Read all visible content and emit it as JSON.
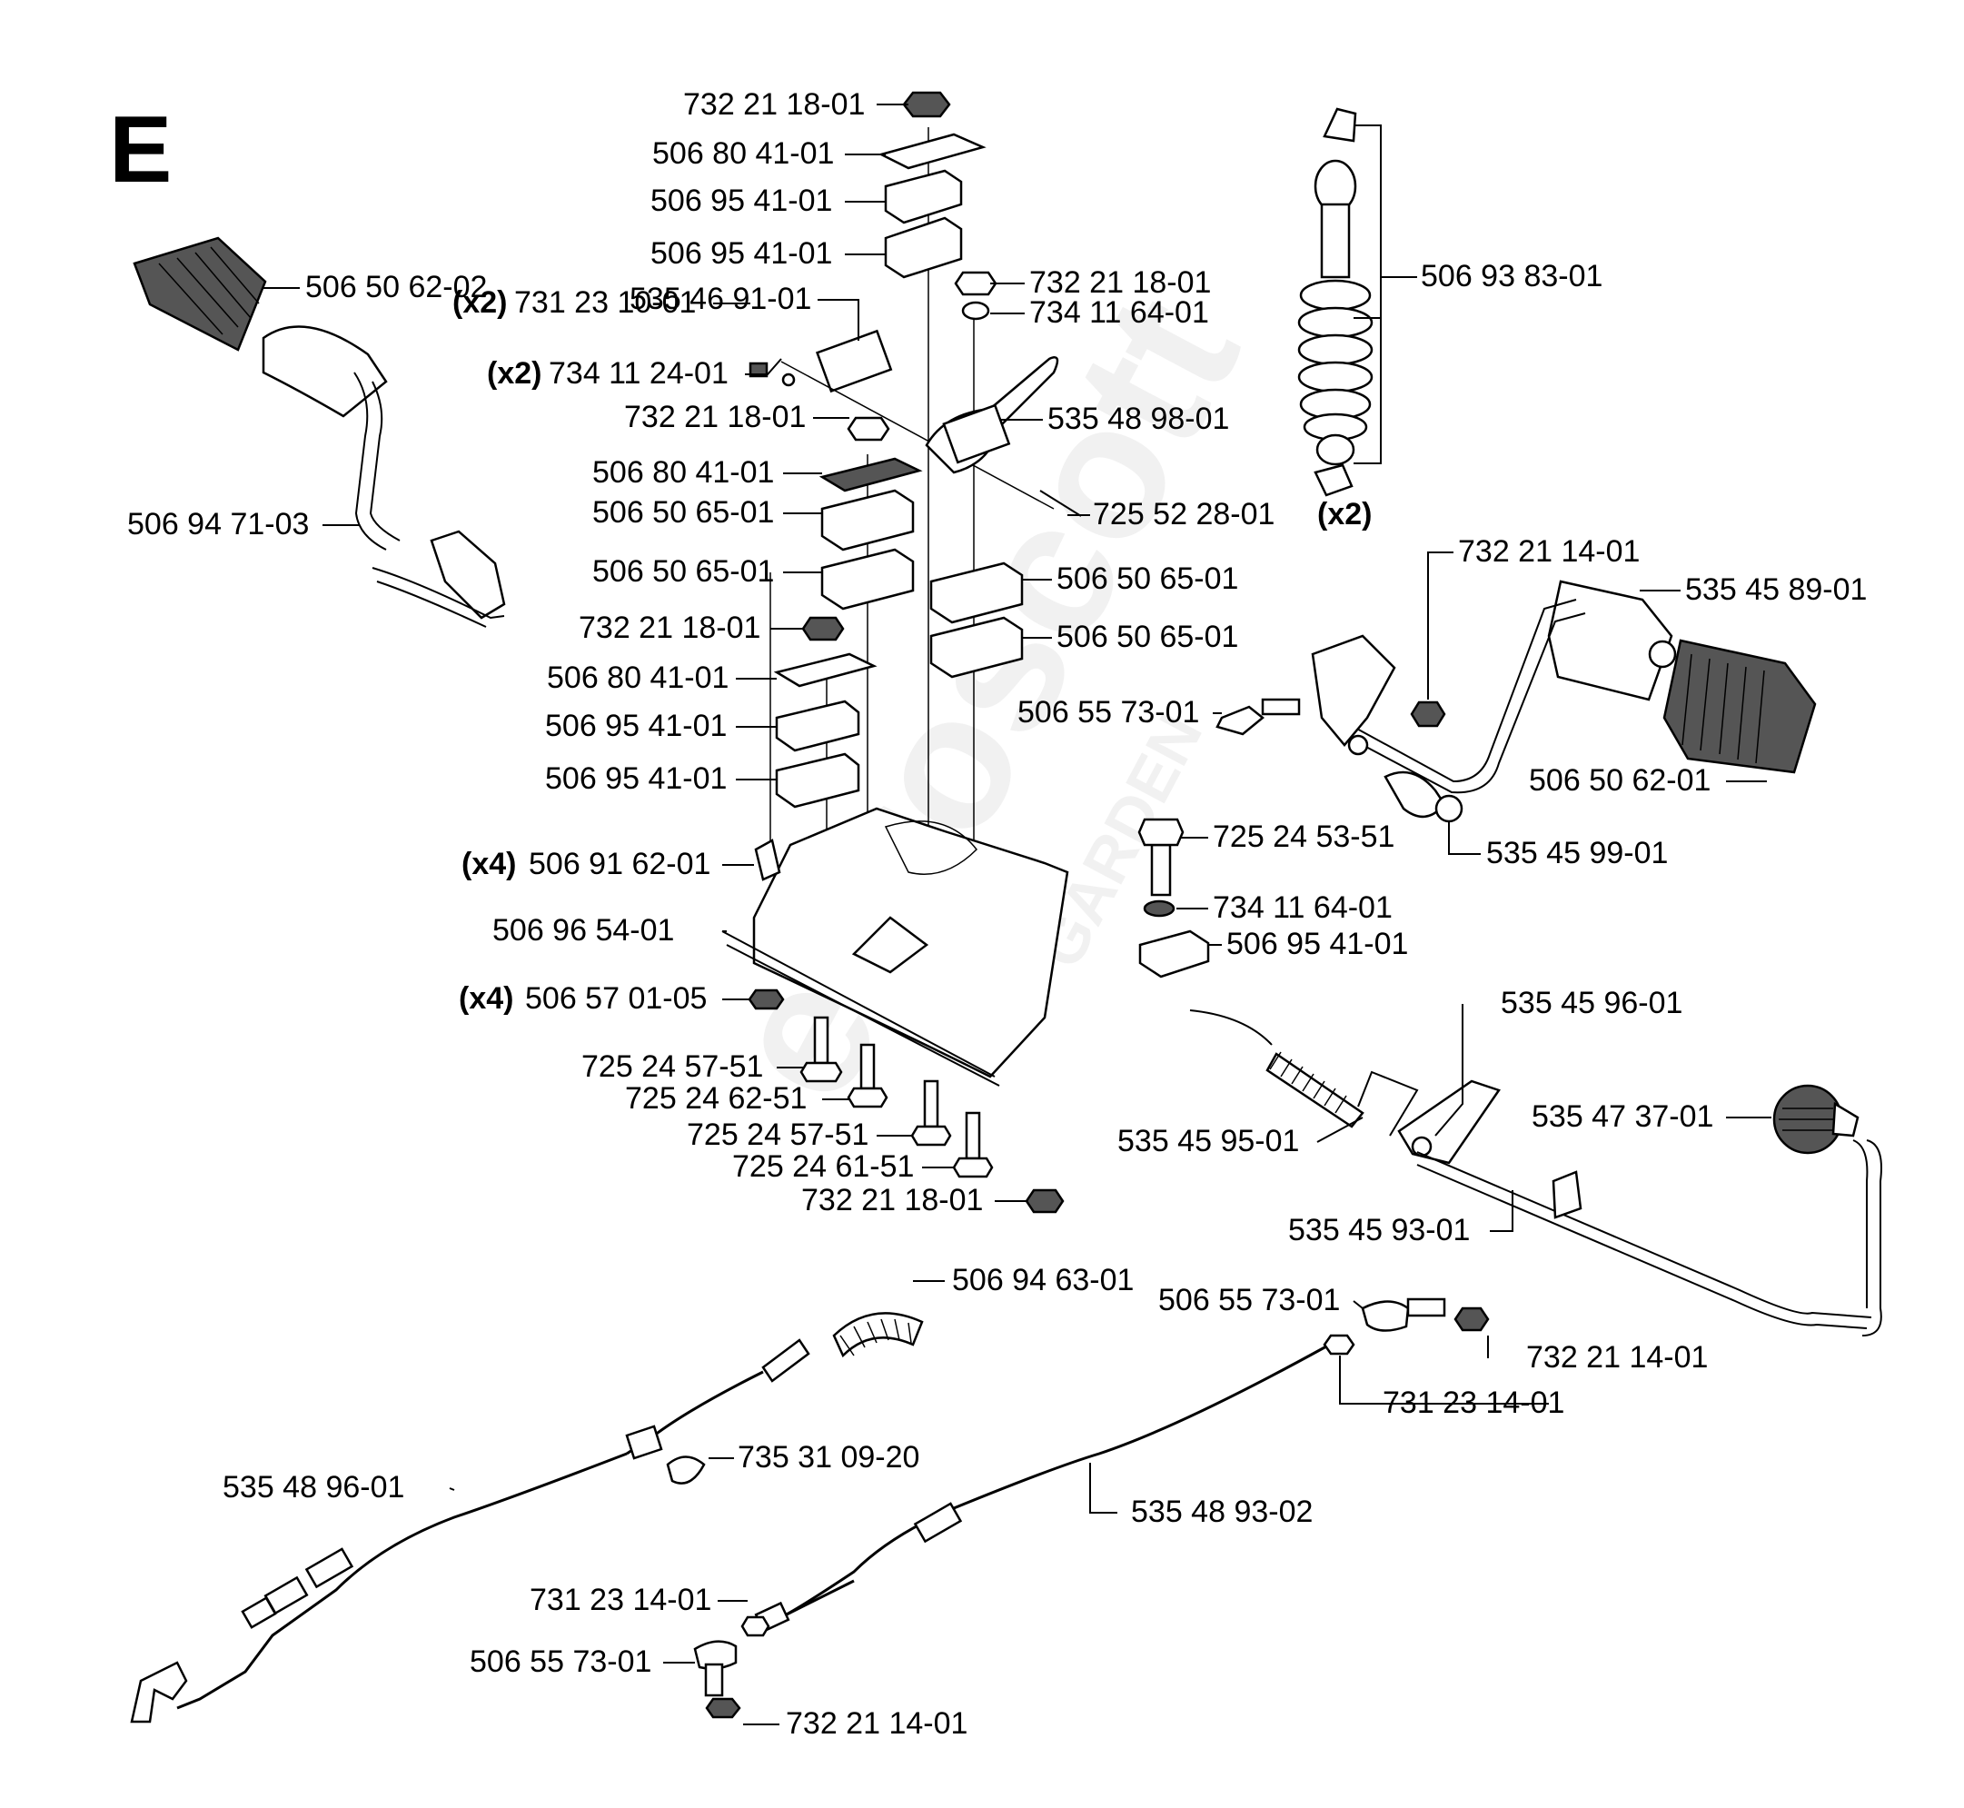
{
  "section_letter": "E",
  "watermark": {
    "brand": "euroscott",
    "sub": "GARDEN"
  },
  "callouts": {
    "top_nut": "732 21 18-01",
    "top_plate": "506 80 41-01",
    "top_block_a": "506 95 41-01",
    "top_block_b": "506 95 41-01",
    "microswitch": "535 46 91-01",
    "switch_screw": "731 23 10-01",
    "switch_washer": "734 11 24-01",
    "mid_nut": "732 21 18-01",
    "mid_plate": "506 80 41-01",
    "mid_block_a": "506 50 65-01",
    "mid_block_b": "506 50 65-01",
    "low_nut": "732 21 18-01",
    "low_plate": "506 80 41-01",
    "low_block_a": "506 95 41-01",
    "low_block_b": "506 95 41-01",
    "right_nut": "732 21 18-01",
    "right_washer": "734 11 64-01",
    "actuator": "535 48 98-01",
    "actuator_screw": "725 52 28-01",
    "right_block_a": "506 50 65-01",
    "right_block_b": "506 50 65-01",
    "pedal_pad_left": "506 50 62-02",
    "pedal_arm_left": "506 94 71-03",
    "shock": "506 93 83-01",
    "pedal_nut": "732 21 14-01",
    "pedal_cover": "535 45 89-01",
    "ball_joint_right": "506 55 73-01",
    "pedal_pad_right": "506 50 62-01",
    "pedal_bushing": "535 45 99-01",
    "bolt_right": "725 24 53-51",
    "washer_right": "734 11 64-01",
    "block_right_low": "506 95 41-01",
    "rivnut": "506 91 62-01",
    "base_plate": "506 96 54-01",
    "base_screw": "506 57 01-05",
    "bolt_a": "725 24 57-51",
    "bolt_b": "725 24 62-51",
    "bolt_c": "725 24 57-51",
    "bolt_d": "725 24 61-51",
    "base_nut": "732 21 18-01",
    "bracket": "535 45 96-01",
    "knob": "535 47 37-01",
    "spring_rod": "535 45 95-01",
    "rod": "535 45 93-01",
    "spring": "506 94 63-01",
    "ball_joint_mid": "506 55 73-01",
    "nut_mid": "732 21 14-01",
    "locknut_mid": "731 23 14-01",
    "clip": "735 31 09-20",
    "cable_left": "535 48 96-01",
    "cable_right": "535 48 93-02",
    "locknut_low": "731 23 14-01",
    "ball_joint_low": "506 55 73-01",
    "nut_low": "732 21 14-01"
  },
  "quantities": {
    "switch_screw": "(x2)",
    "switch_washer": "(x2)",
    "actuator_screw": "(x2)",
    "rivnut": "(x4)",
    "base_screw": "(x4)"
  }
}
